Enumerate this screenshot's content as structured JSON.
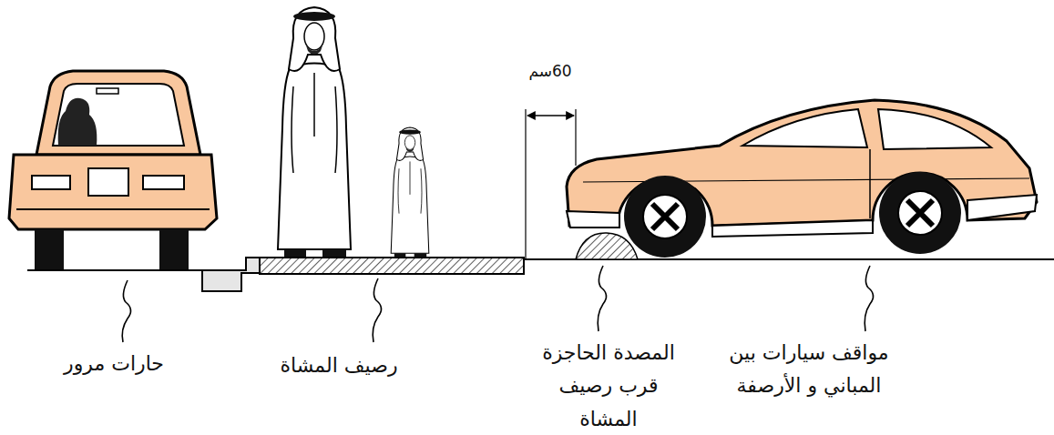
{
  "diagram": {
    "labels": [
      "60سم",
      "حارات مرور",
      "رصيف المشاة",
      "المصدة الحاجزة قرب رصيف المشاة",
      "مواقف سيارات بين المباني و الأرصفة"
    ]
  }
}
